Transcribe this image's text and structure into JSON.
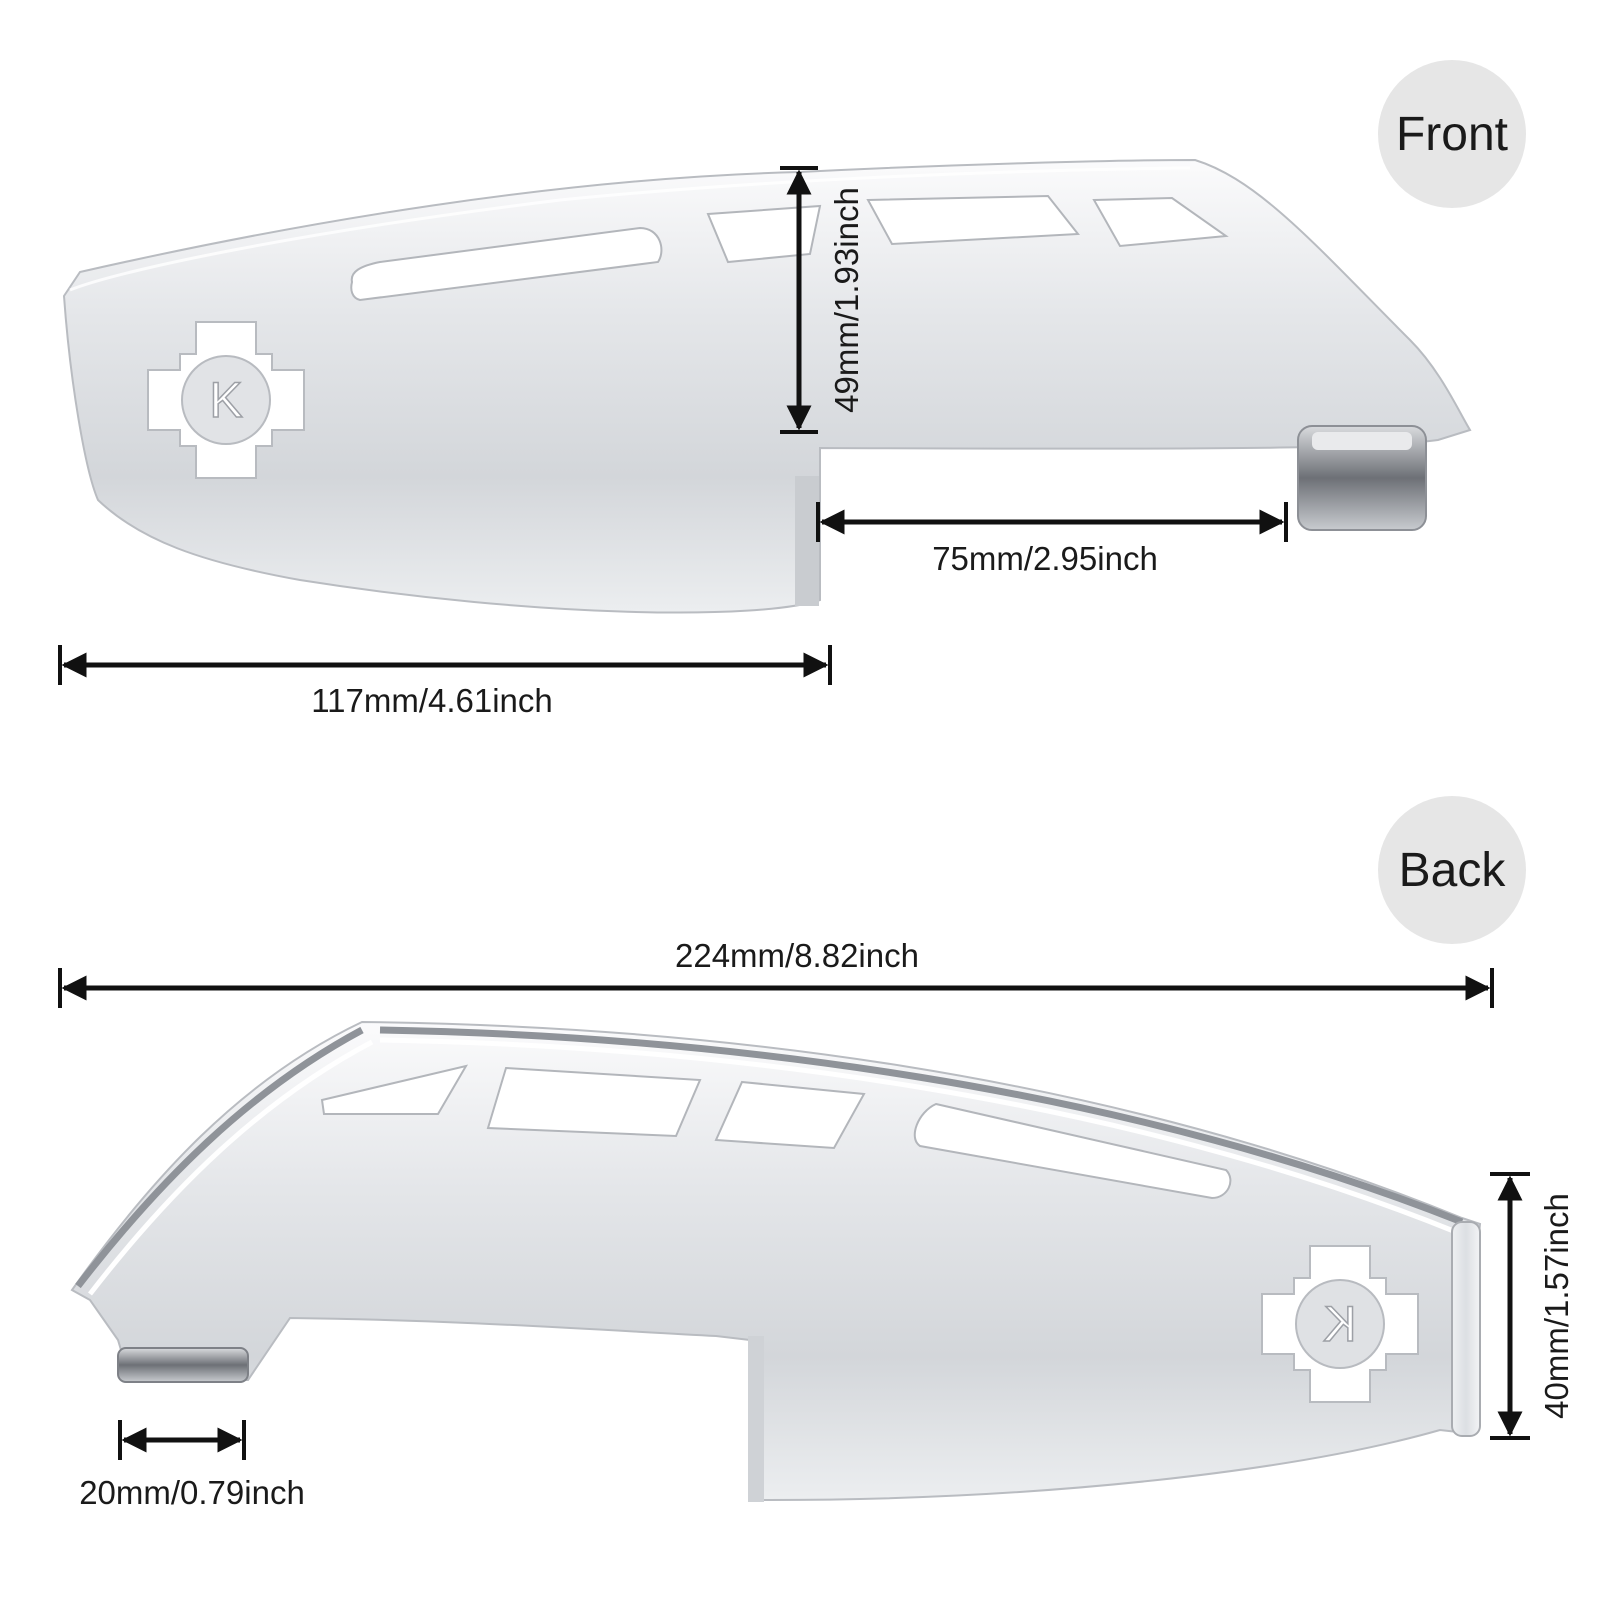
{
  "views": {
    "front": {
      "label": "Front"
    },
    "back": {
      "label": "Back"
    }
  },
  "logo_letter": "K",
  "dimensions": {
    "front_width": "117mm/4.61inch",
    "front_height": "49mm/1.93inch",
    "front_tab_gap": "75mm/2.95inch",
    "back_length": "224mm/8.82inch",
    "back_height": "40mm/1.57inch",
    "back_tab_width": "20mm/0.79inch"
  },
  "colors": {
    "badge": "#e6e6e6",
    "arrow": "#111111",
    "metal_light": "#f4f5f7",
    "metal_dark": "#9ea2a8"
  }
}
